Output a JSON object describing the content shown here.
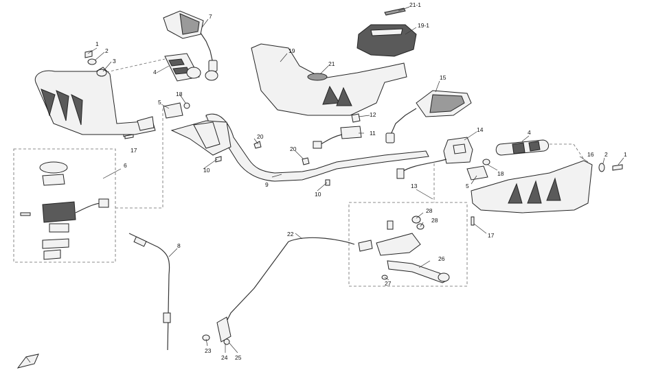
{
  "callouts": {
    "c1a": "1",
    "c2a": "2",
    "c3": "3",
    "c4a": "4",
    "c5a": "5",
    "c6": "6",
    "c7": "7",
    "c8": "8",
    "c9": "9",
    "c10a": "10",
    "c10b": "10",
    "c11": "11",
    "c12": "12",
    "c13": "13",
    "c14": "14",
    "c15": "15",
    "c16": "16",
    "c17a": "17",
    "c17b": "17",
    "c18a": "18",
    "c18b": "18",
    "c19": "19",
    "c19_1": "19-1",
    "c20a": "20",
    "c20b": "20",
    "c21": "21",
    "c21_1": "21-1",
    "c22": "22",
    "c23": "23",
    "c24": "24",
    "c25": "25",
    "c26": "26",
    "c27": "27",
    "c28a": "28",
    "c28b": "28",
    "c4b": "4",
    "c5b": "5",
    "c2b": "2",
    "c1b": "1"
  },
  "colors": {
    "line": "#222222",
    "fill_light": "#f2f2f2",
    "fill_dark": "#5a5a5a",
    "fill_mid": "#9a9a9a"
  },
  "icons": {
    "front_arrow": "direction-arrow-icon"
  }
}
